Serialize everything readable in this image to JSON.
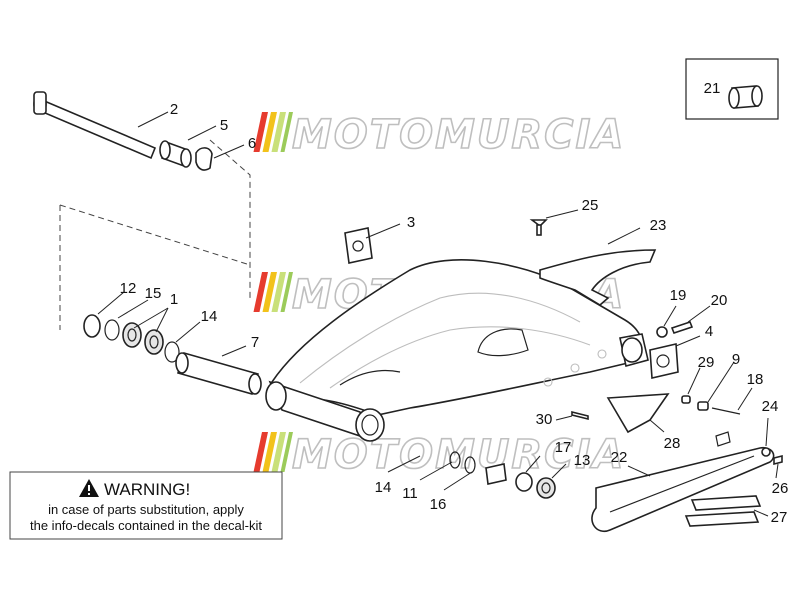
{
  "diagram": {
    "callout_labels": [
      "1",
      "2",
      "3",
      "4",
      "5",
      "6",
      "7",
      "9",
      "11",
      "12",
      "13",
      "14",
      "14",
      "15",
      "16",
      "17",
      "18",
      "19",
      "20",
      "21",
      "22",
      "23",
      "24",
      "25",
      "26",
      "27",
      "28",
      "29",
      "30"
    ],
    "watermark": "MOTOMURCIA",
    "watermark_colors": [
      "#e63b2e",
      "#f2c21b",
      "#c9e07a",
      "#9ccb5a",
      "#8ab84e"
    ]
  },
  "warning": {
    "title": "WARNING!",
    "line1": "in case of parts substitution, apply",
    "line2": "the info-decals contained in the decal-kit",
    "icon": "warning-triangle-icon"
  }
}
